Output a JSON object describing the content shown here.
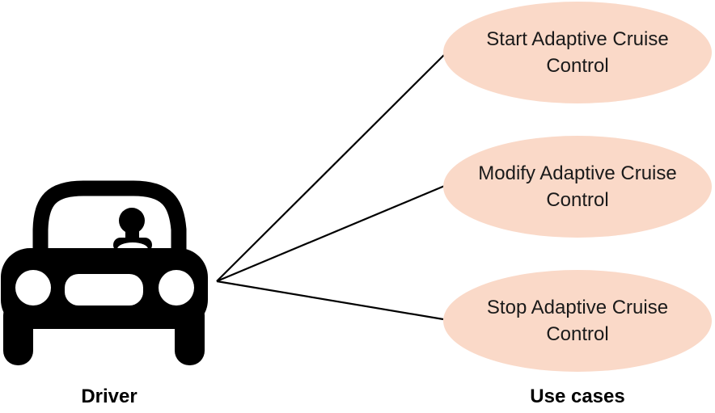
{
  "diagram": {
    "actor": {
      "label": "Driver",
      "icon": "car-with-driver-icon"
    },
    "use_cases": [
      {
        "label": "Start Adaptive Cruise Control"
      },
      {
        "label": "Modify Adaptive Cruise Control"
      },
      {
        "label": "Stop Adaptive Cruise Control"
      }
    ],
    "group_label": "Use cases",
    "colors": {
      "background": "#FFFFFF",
      "ellipse_fill": "#FAD9C8",
      "line": "#000000",
      "text": "#1A1A1A",
      "label_text": "#000000",
      "icon": "#000000"
    }
  }
}
